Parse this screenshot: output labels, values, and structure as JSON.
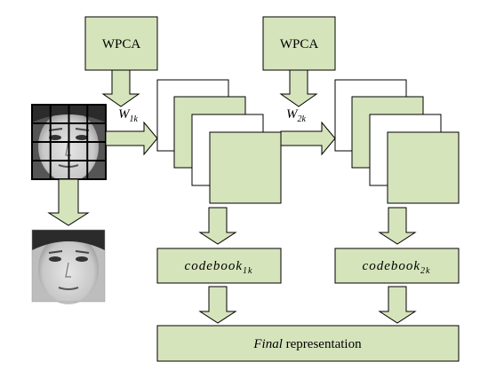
{
  "wpca_box_1": {
    "label": "WPCA"
  },
  "wpca_box_2": {
    "label": "WPCA"
  },
  "weight_label_1": {
    "symbol": "W",
    "subscript": "1k"
  },
  "weight_label_2": {
    "symbol": "W",
    "subscript": "2k"
  },
  "codebook_1": {
    "label": "codebook",
    "subscript": "1k"
  },
  "codebook_2": {
    "label": "codebook",
    "subscript": "2k"
  },
  "final_box": {
    "italic_part": "Final",
    "rest": " representation"
  },
  "colors": {
    "box_fill": "#d6e4bc",
    "stroke": "#000000",
    "background": "#ffffff"
  },
  "icons": {
    "face_grid": "face-photo-with-grid",
    "face": "face-photo"
  }
}
